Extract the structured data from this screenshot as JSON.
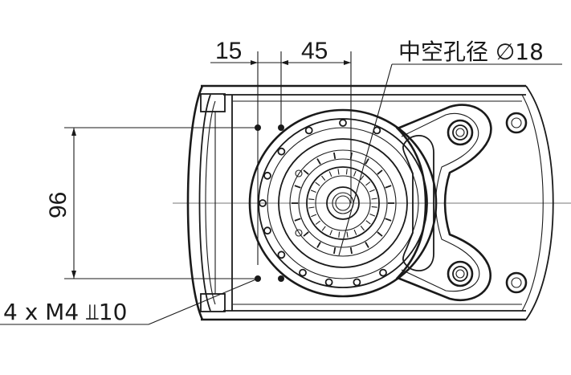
{
  "dimensions": {
    "dim_15": "15",
    "dim_45": "45",
    "dim_96": "96"
  },
  "callouts": {
    "hollow_bore": "中空孔径 ∅18",
    "tapped_holes": "4 x M4 ⫫10"
  }
}
